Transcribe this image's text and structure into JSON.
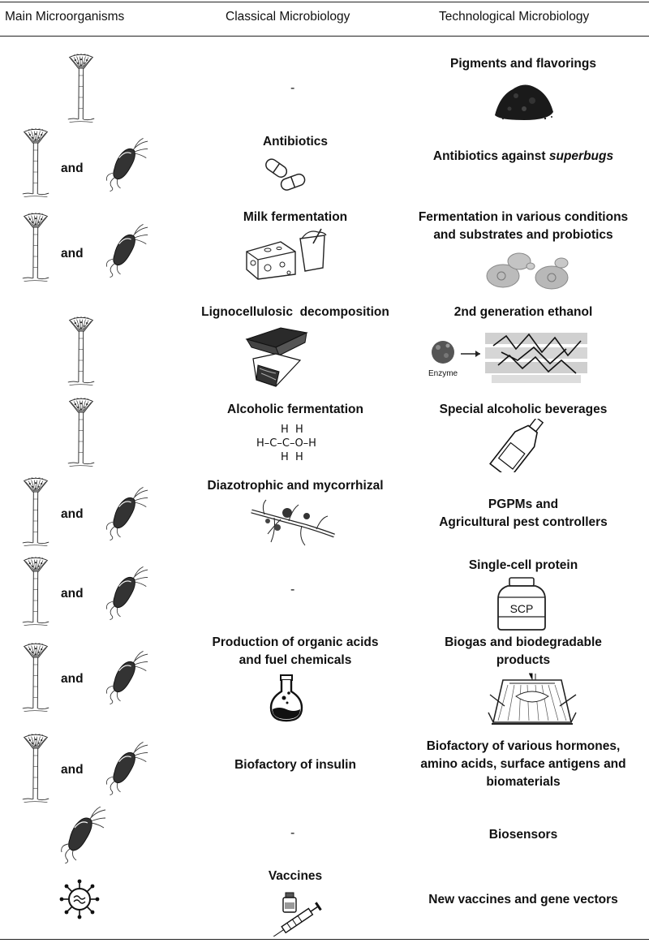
{
  "table": {
    "headers": [
      "Main Microorganisms",
      "Classical Microbiology",
      "Technological Microbiology"
    ],
    "rows": [
      {
        "connector": "",
        "classical": "-",
        "technological": "Pigments and flavorings"
      },
      {
        "connector": "and",
        "classical": "Antibiotics",
        "technological": "Antibiotics against superbugs",
        "technological_main": "Antibiotics against",
        "technological_italic": "superbugs"
      },
      {
        "connector": "and",
        "classical": "Milk fermentation",
        "technological_lines": [
          "Fermentation in various conditions",
          "and substrates and probiotics"
        ]
      },
      {
        "connector": "",
        "classical": "Lignocellulosic  decomposition",
        "technological": "2nd generation ethanol",
        "figure_label": "Enzyme"
      },
      {
        "connector": "",
        "classical": "Alcoholic fermentation",
        "technological": "Special alcoholic beverages"
      },
      {
        "connector": "and",
        "classical": "Diazotrophic and mycorrhizal",
        "technological_lines": [
          "PGPMs and",
          "Agricultural pest controllers"
        ]
      },
      {
        "connector": "and",
        "classical": "-",
        "technological": "Single-cell protein",
        "figure_label": "SCP"
      },
      {
        "connector": "and",
        "classical_lines": [
          "Production of organic acids",
          "and fuel chemicals"
        ],
        "technological_lines": [
          "Biogas and biodegradable",
          "products"
        ]
      },
      {
        "connector": "and",
        "classical": "Biofactory of insulin",
        "technological_lines": [
          "Biofactory of various hormones,",
          "amino acids, surface antigens and",
          "biomaterials"
        ]
      },
      {
        "connector": "",
        "classical": "-",
        "technological": "Biosensors"
      },
      {
        "connector": "",
        "classical": "Vaccines",
        "technological": "New vaccines and gene vectors"
      }
    ],
    "ethanol_formula": {
      "top": [
        "H",
        "H"
      ],
      "middle": [
        "H",
        "C",
        "C",
        "O",
        "H"
      ],
      "bottom": [
        "H",
        "H"
      ]
    }
  },
  "icons": {
    "fungus": "fungus-icon",
    "bacterium": "bacterium-icon",
    "virus": "virus-icon"
  }
}
